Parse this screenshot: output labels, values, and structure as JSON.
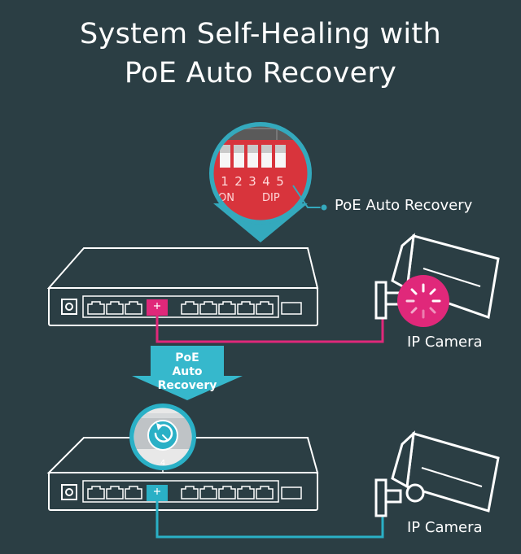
{
  "title": {
    "line1": "System Self-Healing with",
    "line2": "PoE Auto Recovery"
  },
  "dip_switch": {
    "numbers": [
      "1",
      "2",
      "3",
      "4",
      "5"
    ],
    "left_label": "ON",
    "right_label": "DIP",
    "callout": "PoE Auto Recovery"
  },
  "arrow": {
    "lines": [
      "PoE",
      "Auto",
      "Recovery"
    ]
  },
  "port_label": "4",
  "camera_top_label": "IP Camera",
  "camera_bottom_label": "IP Camera",
  "colors": {
    "background": "#2b3e44",
    "outline": "#ffffff",
    "fault": "#e0287a",
    "teal": "#2ab0c6",
    "dip_red": "#d8343c"
  },
  "icons": [
    "dip-switch-icon",
    "network-switch-icon",
    "ip-camera-icon",
    "fault-spinner-icon",
    "power-cycle-icon"
  ]
}
